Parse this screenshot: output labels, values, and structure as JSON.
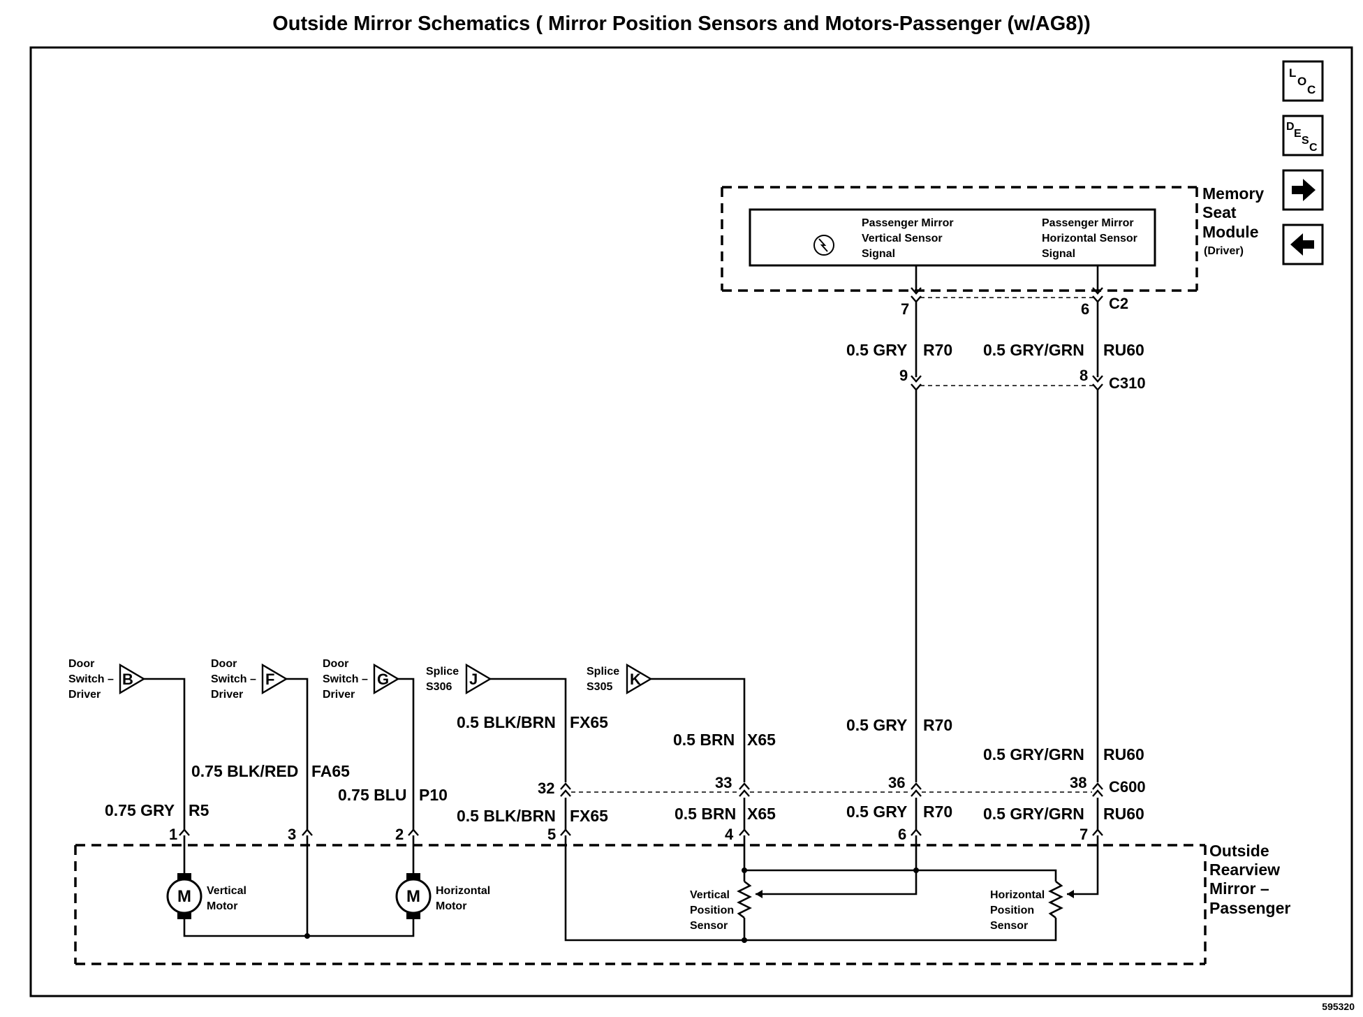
{
  "title": "Outside Mirror Schematics ( Mirror Position Sensors and Motors-Passenger (w/AG8))",
  "figure_number": "595320",
  "nav_icons": [
    {
      "name": "loc-icon",
      "text": "LOC"
    },
    {
      "name": "desc-icon",
      "text": "DESC"
    },
    {
      "name": "arrow-right-icon",
      "text": ""
    },
    {
      "name": "arrow-left-icon",
      "text": ""
    }
  ],
  "memory_module": {
    "name_lines": [
      "Memory",
      "Seat",
      "Module"
    ],
    "sub": "(Driver)",
    "vertical_signal": [
      "Passenger Mirror",
      "Vertical Sensor",
      "Signal"
    ],
    "horizontal_signal": [
      "Passenger Mirror",
      "Horizontal Sensor",
      "Signal"
    ],
    "connector": "C2",
    "pin_vertical": "7",
    "pin_horizontal": "6"
  },
  "c310": {
    "label": "C310",
    "pin_left": "9",
    "pin_right": "8"
  },
  "c600": {
    "label": "C600"
  },
  "wires": {
    "gry_r70_size": "0.5 GRY",
    "gry_r70_circuit": "R70",
    "grygrn_size": "0.5 GRY/GRN",
    "grygrn_circuit": "RU60",
    "blkbrn_size": "0.5 BLK/BRN",
    "blkbrn_circuit": "FX65",
    "brn_size": "0.5 BRN",
    "brn_circuit": "X65",
    "gry_r5_size": "0.75 GRY",
    "gry_r5_circuit": "R5",
    "blkred_size": "0.75 BLK/RED",
    "blkred_circuit": "FA65",
    "blu_size": "0.75 BLU",
    "blu_circuit": "P10"
  },
  "c600_pins": [
    "32",
    "33",
    "36",
    "38"
  ],
  "mirror_pins": [
    "1",
    "3",
    "2",
    "5",
    "4",
    "6",
    "7"
  ],
  "sources": [
    {
      "letter": "B",
      "lines": [
        "Door",
        "Switch –",
        "Driver"
      ]
    },
    {
      "letter": "F",
      "lines": [
        "Door",
        "Switch –",
        "Driver"
      ]
    },
    {
      "letter": "G",
      "lines": [
        "Door",
        "Switch –",
        "Driver"
      ]
    },
    {
      "letter": "J",
      "lines": [
        "Splice",
        "S306"
      ]
    },
    {
      "letter": "K",
      "lines": [
        "Splice",
        "S305"
      ]
    }
  ],
  "mirror": {
    "name_lines": [
      "Outside",
      "Rearview",
      "Mirror –",
      "Passenger"
    ],
    "motor_symbol": "M",
    "vertical_motor": [
      "Vertical",
      "Motor"
    ],
    "horizontal_motor": [
      "Horizontal",
      "Motor"
    ],
    "vertical_sensor": [
      "Vertical",
      "Position",
      "Sensor"
    ],
    "horizontal_sensor": [
      "Horizontal",
      "Position",
      "Sensor"
    ]
  }
}
